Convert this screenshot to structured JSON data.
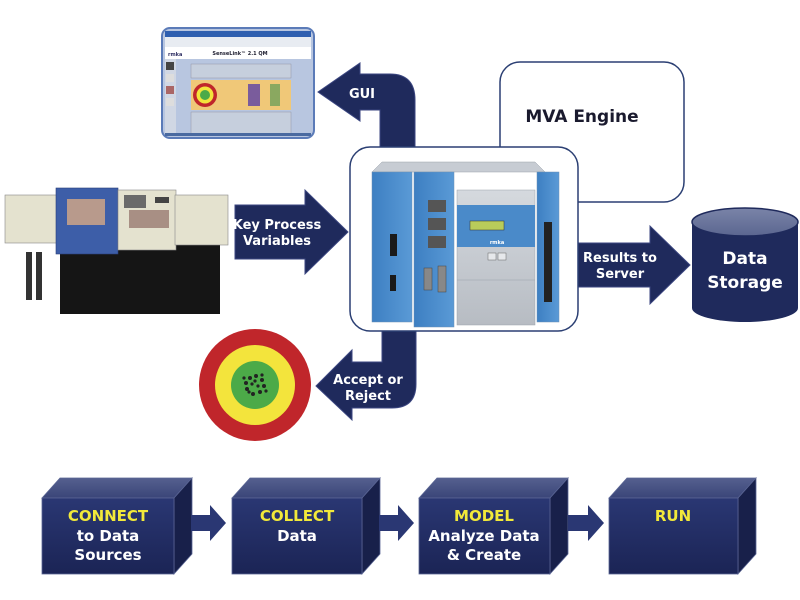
{
  "colors": {
    "navy": "#1f2a5c",
    "navy_light": "#3b4680",
    "box_border": "#2b3f73",
    "highlight": "#f2e93a",
    "target_red": "#c0262b",
    "target_yellow": "#f3e43c",
    "target_green": "#4caa48"
  },
  "gui_screenshot": {
    "app_title": "SenseLink™ 2.1 QM",
    "brand": "rmka"
  },
  "arrows": {
    "gui": "GUI",
    "key_process_1": "Key Process",
    "key_process_2": "Variables",
    "results_1": "Results to",
    "results_2": "Server",
    "accept_1": "Accept or",
    "accept_2": "Reject"
  },
  "mva_engine": {
    "label": "MVA Engine"
  },
  "data_storage": {
    "line1": "Data",
    "line2": "Storage"
  },
  "controller": {
    "brand": "rmka"
  },
  "stages": [
    {
      "title": "CONNECT",
      "line1": "to Data",
      "line2": "Sources"
    },
    {
      "title": "COLLECT",
      "line1": "Data",
      "line2": ""
    },
    {
      "title": "MODEL",
      "line1": "Analyze Data",
      "line2": "& Create"
    },
    {
      "title": "RUN",
      "line1": "",
      "line2": ""
    }
  ]
}
